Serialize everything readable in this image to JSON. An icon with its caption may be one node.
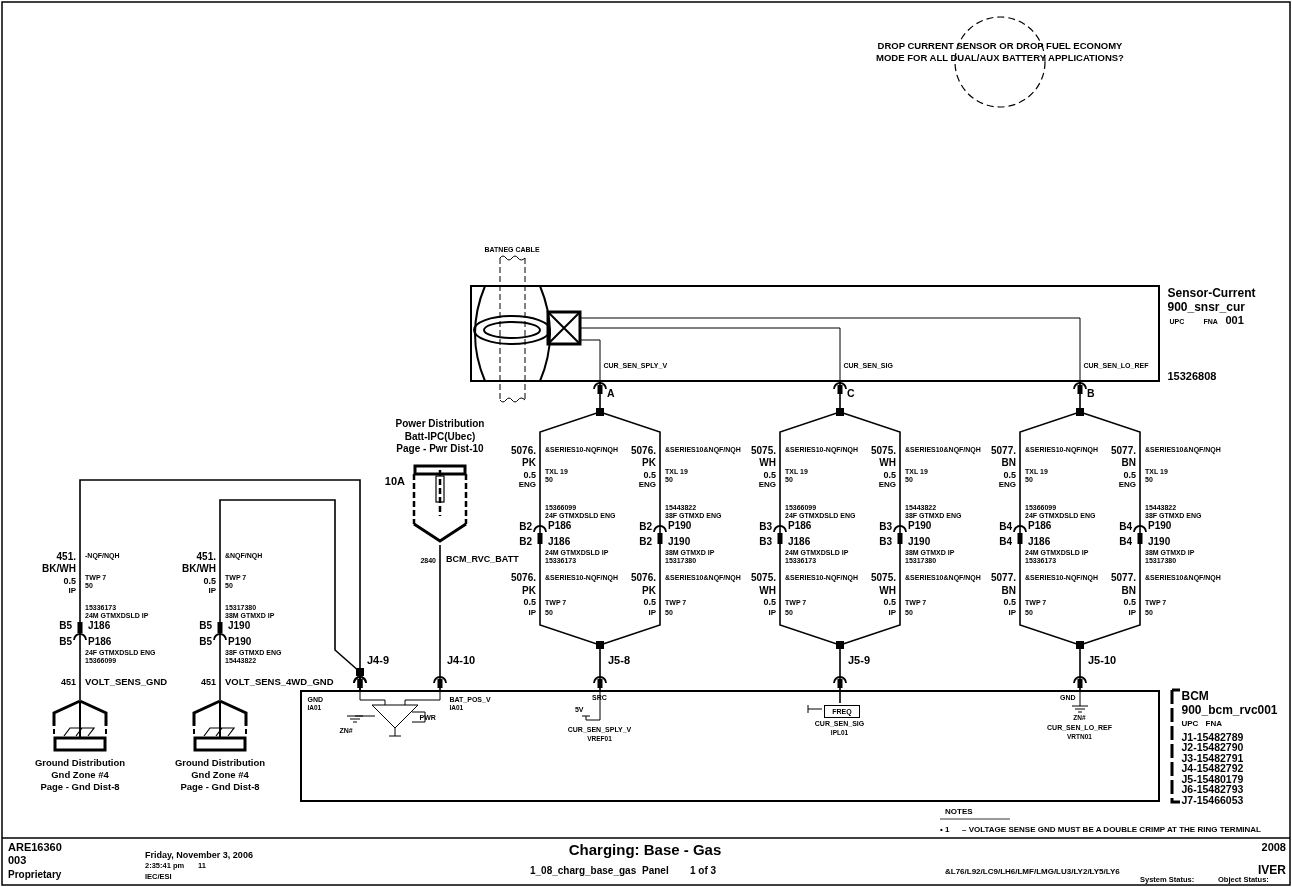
{
  "diagram": {
    "title": "Charging: Base - Gas",
    "nodes": [
      {
        "text": [
          "Sensor-Current",
          "900_snsr_cur",
          "UPC",
          "FNA",
          "001",
          "15326808",
          "CUR_SEN_SPLY_V",
          "CUR_SEN_SIG",
          "CUR_SEN_LO_REF"
        ]
      },
      {
        "text": [
          "BCM",
          "900_bcm_rvc",
          "001",
          "UPC",
          "FNA",
          "J1-15482789",
          "J2-15482790",
          "J3-15482791",
          "J4-15482792",
          "J5-15480179",
          "J6-15482793",
          "J7-15466053",
          "GND",
          "IA01",
          "BAT_POS_V",
          "IA01",
          "PWR",
          "ZN#",
          "SRC",
          "5V",
          "CUR_SEN_SPLY_V",
          "VREF01",
          "CUR_SEN_SIG",
          "IPL01",
          "GND",
          "ZN#",
          "CUR_SEN_LO_REF",
          "VRTN01"
        ]
      },
      {
        "text": [
          "FREQ"
        ],
        "in": 1
      },
      {
        "text": [
          "Power Distribution Batt-IPC(Ubec) Page - Pwr Dist-10",
          "10A"
        ]
      },
      {
        "text": [
          "Ground Distribution Gnd Zone #4 Page - Gnd Dist-8"
        ]
      },
      {
        "text": [
          "Ground Distribution Gnd Zone #4 Page - Gnd Dist-8"
        ]
      },
      {
        "text": [],
        "shape": "circle"
      }
    ],
    "edges": [
      {
        "from": 0,
        "to": 1,
        "arrow": "other"
      },
      {
        "from": 0,
        "to": 2,
        "arrow": "other"
      },
      {
        "from": 0,
        "to": 1,
        "arrow": "other"
      },
      {
        "from": 3,
        "to": 1,
        "arrow": "other"
      },
      {
        "from": 4,
        "to": 1,
        "arrow": "other"
      },
      {
        "from": 5,
        "to": 1,
        "arrow": "other"
      }
    ],
    "labels": [
      "DROP CURRENT SENSOR OR DROP FUEL ECONOMY MODE FOR ALL DUAL/AUX BATTERY APPLICATIONS?",
      "BATNEG CABLE",
      "A",
      "C",
      "B",
      "5076.",
      "PK",
      "0.5",
      "ENG",
      "&SERIES10-NQF/NQH",
      "TXL 19",
      "50",
      "15366099",
      "24F GTMXDSLD ENG",
      "B2",
      "P186",
      "B2",
      "J186",
      "24M GTMXDSLD IP",
      "15336173",
      "5076.",
      "&SERIES10-NQF/NQH",
      "PK",
      "0.5",
      "TWP 7",
      "IP",
      "50",
      "5076.",
      "PK",
      "0.5",
      "ENG",
      "&SERIES10&NQF/NQH",
      "TXL 19",
      "50",
      "15443822",
      "38F GTMXD ENG",
      "B2",
      "P190",
      "B2",
      "J190",
      "38M GTMXD IP",
      "15317380",
      "5076.",
      "&SERIES10&NQF/NQH",
      "PK",
      "0.5",
      "TWP 7",
      "IP",
      "50",
      "5075.",
      "WH",
      "0.5",
      "ENG",
      "&SERIES10-NQF/NQH",
      "TXL 19",
      "50",
      "15366099",
      "24F GTMXDSLD ENG",
      "B3",
      "P186",
      "B3",
      "J186",
      "24M GTMXDSLD IP",
      "15336173",
      "5075.",
      "&SERIES10-NQF/NQH",
      "WH",
      "0.5",
      "TWP 7",
      "IP",
      "50",
      "5075.",
      "WH",
      "0.5",
      "ENG",
      "&SERIES10&NQF/NQH",
      "TXL 19",
      "50",
      "15443822",
      "38F GTMXD ENG",
      "B3",
      "P190",
      "B3",
      "J190",
      "38M GTMXD IP",
      "15317380",
      "5075.",
      "&SERIES10&NQF/NQH",
      "WH",
      "0.5",
      "TWP 7",
      "IP",
      "50",
      "5077.",
      "BN",
      "0.5",
      "ENG",
      "&SERIES10-NQF/NQH",
      "TXL 19",
      "50",
      "15366099",
      "24F GTMXDSLD ENG",
      "B4",
      "P186",
      "B4",
      "J186",
      "24M GTMXDSLD IP",
      "15336173",
      "5077.",
      "&SERIES10-NQF/NQH",
      "BN",
      "0.5",
      "TWP 7",
      "IP",
      "50",
      "5077.",
      "BN",
      "0.5",
      "ENG",
      "&SERIES10&NQF/NQH",
      "TXL 19",
      "50",
      "15443822",
      "38F GTMXD ENG",
      "B4",
      "P190",
      "B4",
      "J190",
      "38M GTMXD IP",
      "15317380",
      "5077.",
      "&SERIES10&NQF/NQH",
      "BN",
      "0.5",
      "TWP 7",
      "IP",
      "50",
      "J5-8",
      "J5-9",
      "J5-10",
      "451.",
      "BK/WH",
      "0.5",
      "IP",
      "-NQF/NQH",
      "TWP 7",
      "50",
      "15336173",
      "24M GTMXDSLD IP",
      "B5",
      "J186",
      "B5",
      "P186",
      "24F GTMXDSLD ENG",
      "15366099",
      "451",
      "VOLT_SENS_GND",
      "451.",
      "BK/WH",
      "0.5",
      "IP",
      "&NQF/NQH",
      "TWP 7",
      "50",
      "15317380",
      "38M GTMXD IP",
      "B5",
      "J190",
      "B5",
      "P190",
      "38F GTMXD ENG",
      "15443822",
      "451",
      "VOLT_SENS_4WD_GND",
      "2840",
      "BCM_RVC_BATT",
      "J4-9",
      "J4-10",
      "NOTES",
      "• 1",
      "– VOLTAGE SENSE GND MUST BE A DOUBLE CRIMP AT THE RING TERMINAL",
      "ARE16360",
      "003",
      "Proprietary",
      "Friday, November 3, 2006",
      "2:35:41 pm",
      "11",
      "IEC/ESI",
      "1_08_charg_base_gas",
      "Panel",
      "1 of 3",
      "&L76/L92/LC9/LH6/LMF/LMG/LU3/LY2/LY5/LY6",
      "2008",
      "IVER",
      "System Status:",
      "Object Status:"
    ]
  }
}
